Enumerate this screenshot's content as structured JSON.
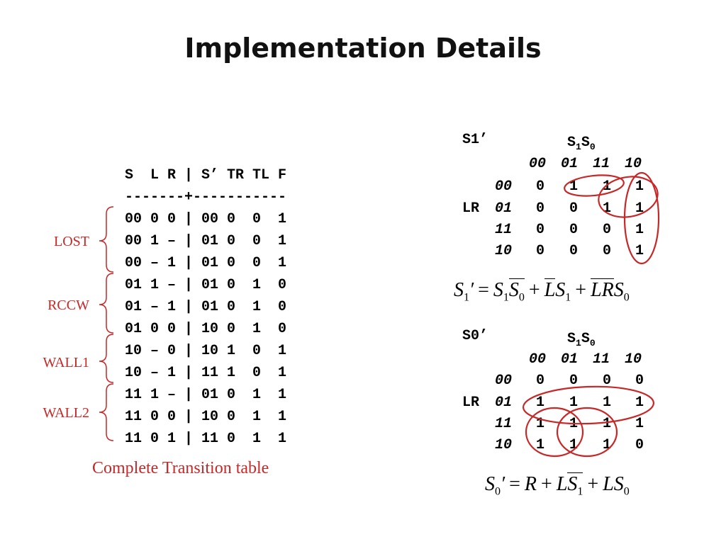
{
  "title": "Implementation Details",
  "transition_table": {
    "header": "S  L R | S’ TR TL F",
    "separator": "-------+-----------",
    "rows": [
      "00 0 0 | 00 0  0  1",
      "00 1 – | 01 0  0  1",
      "00 – 1 | 01 0  0  1",
      "01 1 – | 01 0  1  0",
      "01 – 1 | 01 0  1  0",
      "01 0 0 | 10 0  1  0",
      "10 – 0 | 10 1  0  1",
      "10 – 1 | 11 1  0  1",
      "11 1 – | 01 0  1  1",
      "11 0 0 | 10 0  1  1",
      "11 0 1 | 11 0  1  1"
    ],
    "caption": "Complete Transition table"
  },
  "groups": [
    "LOST",
    "RCCW",
    "WALL1",
    "WALL2"
  ],
  "kmap_s1": {
    "name": "S1’",
    "var_top": "S",
    "sub1": "1",
    "sub0": "0",
    "cols": [
      "00",
      "01",
      "11",
      "10"
    ],
    "row_label": "LR",
    "rows": [
      "00",
      "01",
      "11",
      "10"
    ],
    "cells": [
      [
        "0",
        "1",
        "1",
        "1"
      ],
      [
        "0",
        "0",
        "1",
        "1"
      ],
      [
        "0",
        "0",
        "0",
        "1"
      ],
      [
        "0",
        "0",
        "0",
        "1"
      ]
    ],
    "equation": "S1′ = S1·S0′ + L′S1 + L′R′S0"
  },
  "kmap_s0": {
    "name": "S0’",
    "var_top": "S",
    "sub1": "1",
    "sub0": "0",
    "cols": [
      "00",
      "01",
      "11",
      "10"
    ],
    "row_label": "LR",
    "rows": [
      "00",
      "01",
      "11",
      "10"
    ],
    "cells": [
      [
        "0",
        "0",
        "0",
        "0"
      ],
      [
        "1",
        "1",
        "1",
        "1"
      ],
      [
        "1",
        "1",
        "1",
        "1"
      ],
      [
        "1",
        "1",
        "1",
        "0"
      ]
    ],
    "equation": "S0′ = R + L·S1′ + L·S0"
  },
  "colors": {
    "accent": "#c62828",
    "text": "#000000"
  }
}
